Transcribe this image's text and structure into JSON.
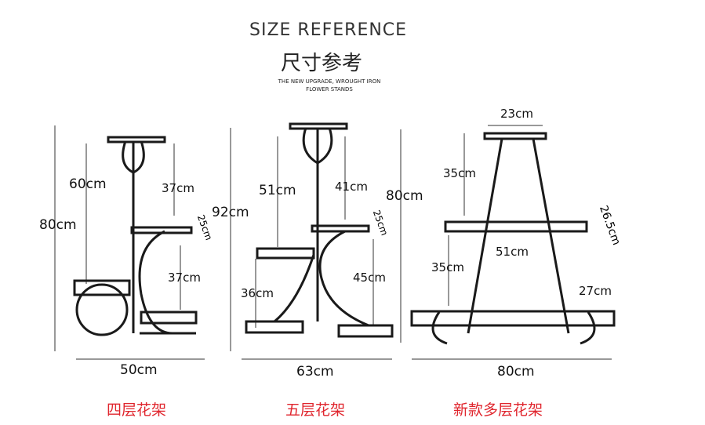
{
  "header": {
    "title": "SIZE REFERENCE",
    "title_cn": "尺寸参考",
    "subtitle_line1": "THE NEW UPGRADE, WROUGHT IRON",
    "subtitle_line2": "FLOWER STANDS"
  },
  "stands": [
    {
      "name": "四层花架",
      "height": "80cm",
      "dims": [
        "60cm",
        "37cm",
        "25cm",
        "37cm"
      ],
      "width": "50cm"
    },
    {
      "name": "五层花架",
      "height": "92cm",
      "dims": [
        "51cm",
        "41cm",
        "25cm",
        "36cm",
        "45cm"
      ],
      "width": "63cm"
    },
    {
      "name": "新款多层花架",
      "height": "80cm",
      "dims": [
        "23cm",
        "35cm",
        "26.5cm",
        "51cm",
        "35cm",
        "27cm"
      ],
      "width": "80cm"
    }
  ],
  "colors": {
    "label": "#e0262e",
    "iron": "#1a1a1a"
  }
}
